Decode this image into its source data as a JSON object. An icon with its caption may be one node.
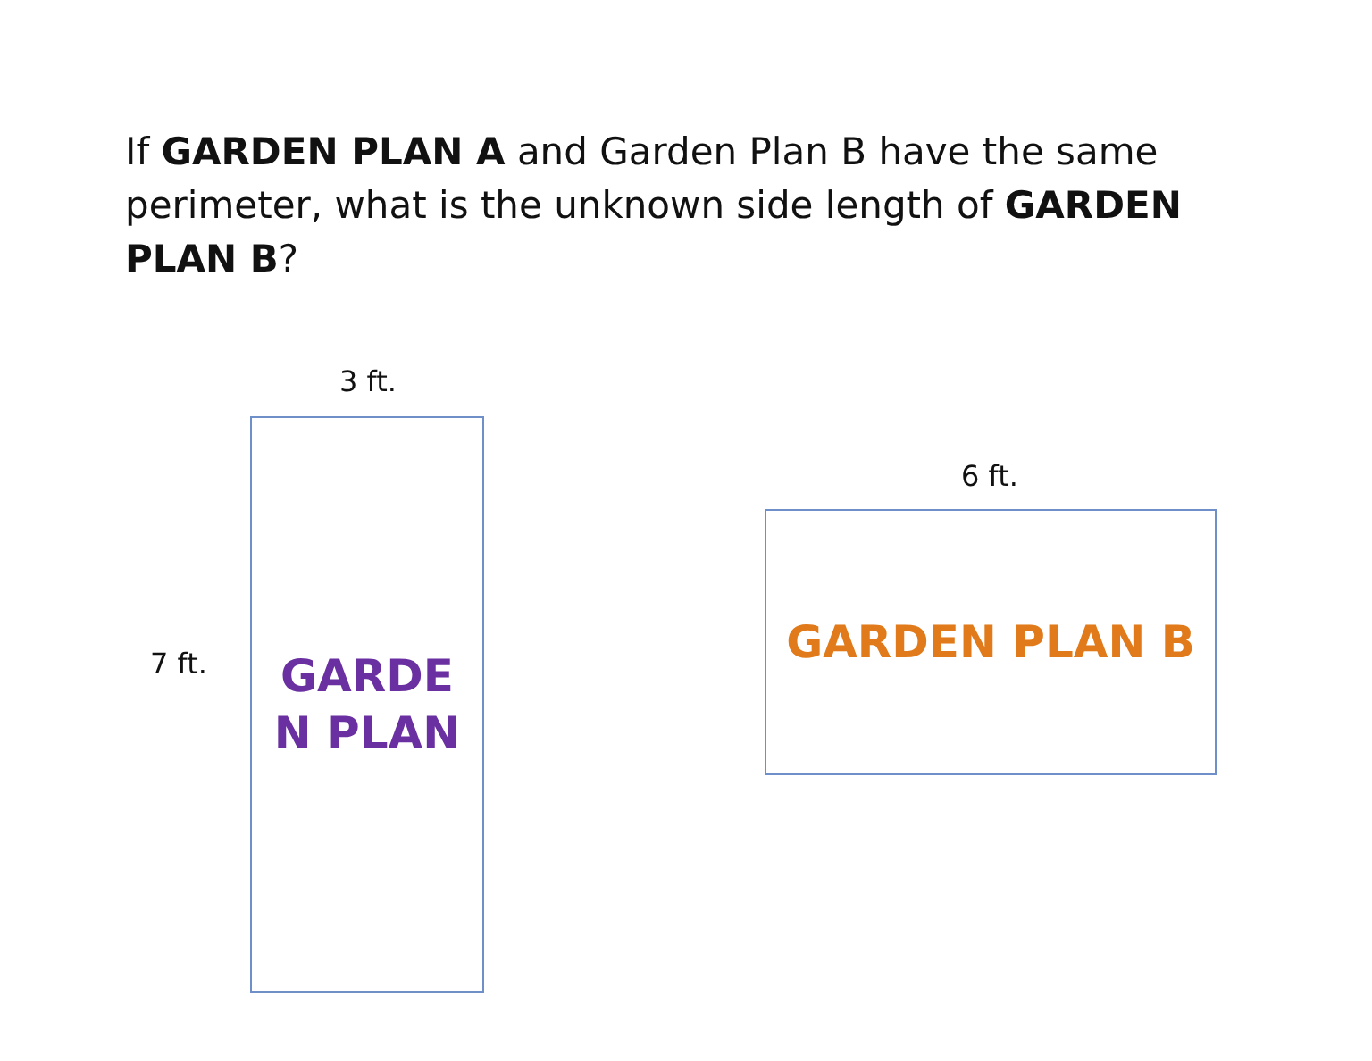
{
  "diagram": {
    "title": "If **GARDEN PLAN A** and Garden Plan B have the same perimeter, what is the unknown side length of **GARDEN PLAN B**?",
    "nodes": [
      {
        "text": [
          "GARDE N PLAN"
        ]
      },
      {
        "text": [
          "GARDEN PLAN B"
        ]
      }
    ],
    "edges": [],
    "labels": [
      "3 ft.",
      "7 ft.",
      "6 ft."
    ]
  }
}
